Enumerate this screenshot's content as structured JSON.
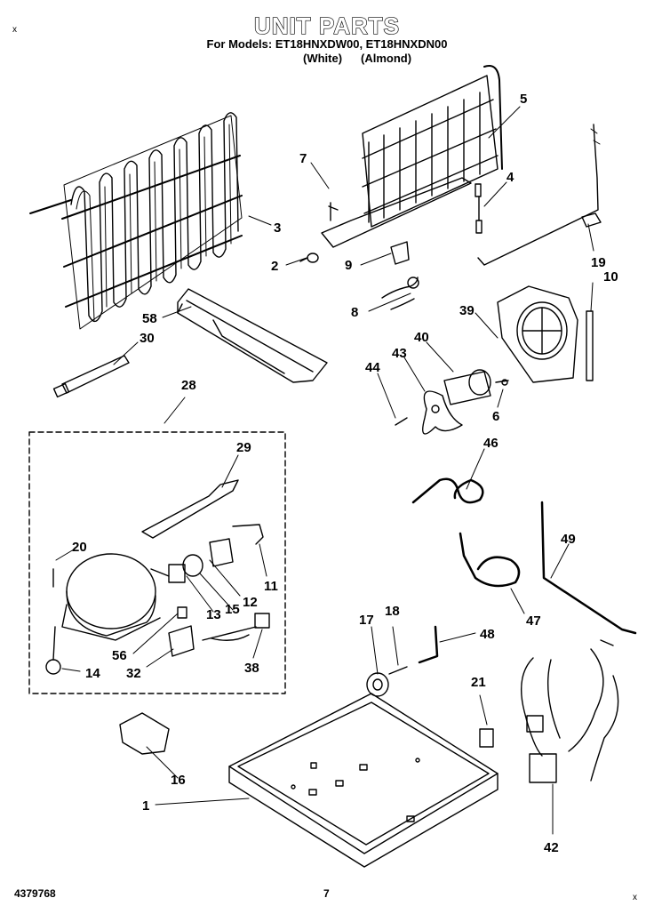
{
  "header": {
    "title": "UNIT PARTS",
    "models_line": "For Models: ET18HNXDW00, ET18HNXDN00",
    "color_white": "(White)",
    "color_almond": "(Almond)"
  },
  "footer": {
    "doc_number": "4379768",
    "page_number": "7"
  },
  "corner_marks": {
    "top_left": "x",
    "bottom_right": "x"
  },
  "part_numbers": {
    "p1": "1",
    "p2": "2",
    "p3": "3",
    "p4": "4",
    "p5": "5",
    "p6": "6",
    "p7": "7",
    "p8": "8",
    "p9": "9",
    "p10": "10",
    "p11": "11",
    "p12": "12",
    "p13": "13",
    "p14": "14",
    "p15": "15",
    "p16": "16",
    "p17": "17",
    "p18": "18",
    "p19": "19",
    "p20": "20",
    "p21": "21",
    "p28": "28",
    "p29": "29",
    "p30": "30",
    "p32": "32",
    "p38": "38",
    "p39": "39",
    "p40": "40",
    "p42": "42",
    "p43": "43",
    "p44": "44",
    "p46": "46",
    "p47": "47",
    "p48": "48",
    "p49": "49",
    "p56": "56",
    "p58": "58"
  }
}
